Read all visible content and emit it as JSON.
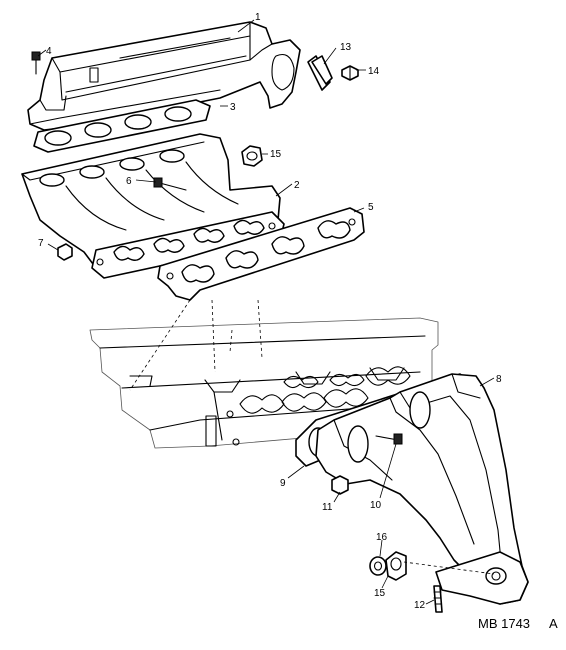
{
  "figure_ref": "MB 1743",
  "figure_ref_suffix": "A",
  "callouts": {
    "c1": "1",
    "c2": "2",
    "c3": "3",
    "c4": "4",
    "c5": "5",
    "c6": "6",
    "c7": "7",
    "c8": "8",
    "c9": "9",
    "c10": "10",
    "c11": "11",
    "c12": "12",
    "c13": "13",
    "c14": "14",
    "c15a": "15",
    "c15b": "15",
    "c16": "16"
  }
}
